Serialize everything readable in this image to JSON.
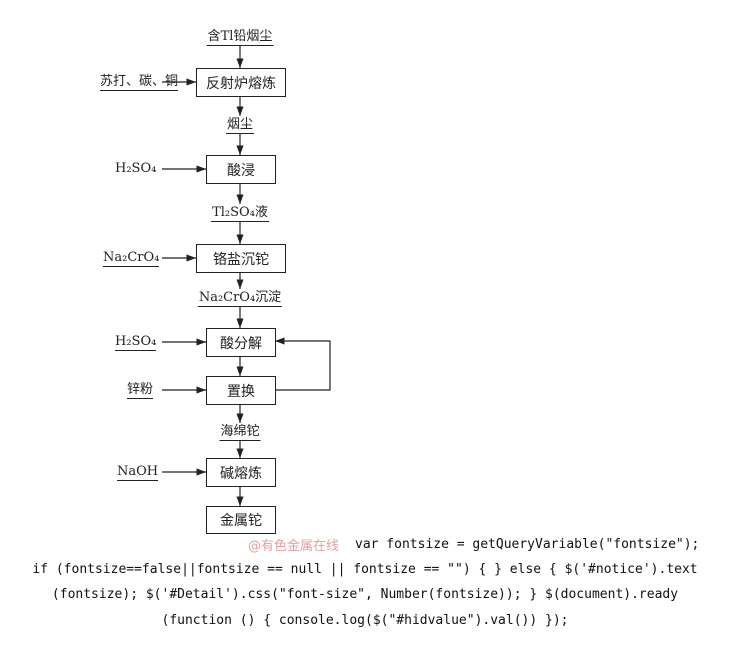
{
  "flow": {
    "input": "含Tl铅烟尘",
    "steps": [
      "反射炉熔炼",
      "酸浸",
      "铬盐沉铊",
      "酸分解",
      "置换",
      "碱熔炼",
      "金属铊"
    ],
    "intermediates": [
      "烟尘",
      "Tl₂SO₄液",
      "Na₂CrO₄沉淀",
      "海绵铊"
    ],
    "reagents": [
      "苏打、碳、铜",
      "H₂SO₄",
      "Na₂CrO₄",
      "H₂SO₄",
      "锌粉",
      "NaOH"
    ]
  },
  "watermark": "@有色金属在线",
  "code_lines": [
    "var fontsize = getQueryVariable(\"fontsize\");",
    "if (fontsize==false||fontsize == null || fontsize == \"\") { } else { $('#notice').text",
    "(fontsize); $('#Detail').css(\"font-size\", Number(fontsize)); } $(document).ready",
    "(function () { console.log($(\"#hidvalue\").val()) });"
  ]
}
